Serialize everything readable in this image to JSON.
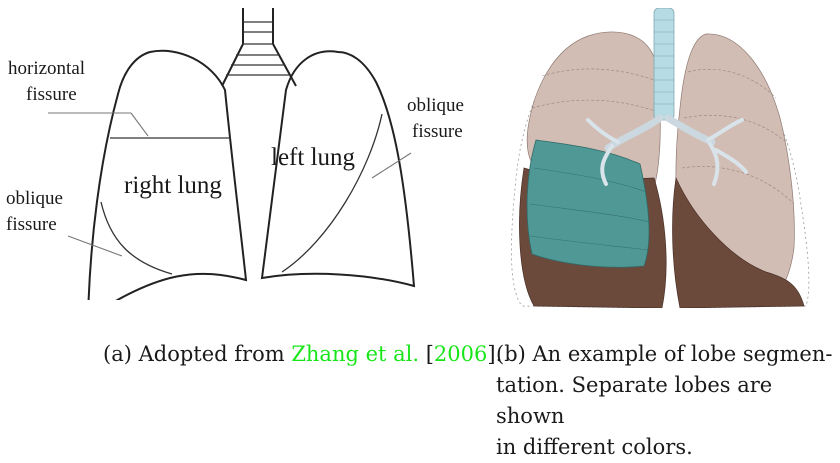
{
  "figure_a": {
    "labels": {
      "horizontal_fissure_line1": "horizontal",
      "horizontal_fissure_line2": "fissure",
      "oblique_left_line1": "oblique",
      "oblique_left_line2": "fissure",
      "oblique_right_line1": "oblique",
      "oblique_right_line2": "fissure",
      "right_lung": "right lung",
      "left_lung": "left lung"
    },
    "caption": {
      "prefix": "(a) Adopted from ",
      "author": "Zhang et al.",
      "year_open": " [",
      "year": "2006",
      "year_close": "]."
    }
  },
  "figure_b": {
    "caption": {
      "line1": "(b) An example of lobe segmen-",
      "line2": "tation. Separate lobes are shown",
      "line3": "in different colors."
    },
    "colors": {
      "upper_lobe": "#d2bdb4",
      "lower_lobe": "#6b4a3c",
      "middle_lobe": "#4f9896",
      "airway": "#b7dbe3",
      "bronchi": "#d9e3ea"
    }
  },
  "colors": {
    "citation": "#19e619",
    "text": "#1a1a1a"
  }
}
